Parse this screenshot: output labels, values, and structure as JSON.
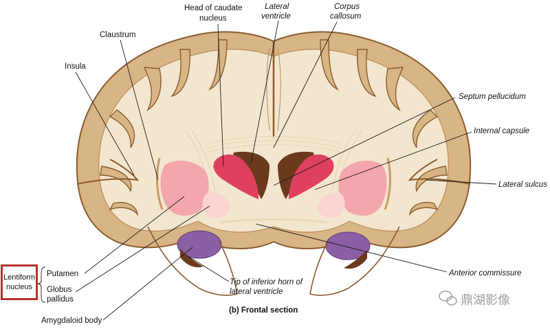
{
  "labels": {
    "head_caudate_1": "Head of caudate",
    "head_caudate_2": "nucleus",
    "lateral_ventricle_1": "Lateral",
    "lateral_ventricle_2": "ventricle",
    "corpus_callosum_1": "Corpus",
    "corpus_callosum_2": "callosum",
    "claustrum": "Claustrum",
    "insula": "Insula",
    "septum_pellucidum": "Septum pellucidum",
    "internal_capsule": "Internal capsule",
    "lateral_sulcus": "Lateral sulcus",
    "anterior_commissure": "Anterior commissure",
    "putamen": "Putamen",
    "globus_pallidus_1": "Globus",
    "globus_pallidus_2": "pallidus",
    "tip_inferior_horn_1": "Tip of inferior horn of",
    "tip_inferior_horn_2": "lateral ventricle",
    "amygdaloid_body": "Amygdaloid body",
    "lentiform_1": "Lentiform",
    "lentiform_2": "nucleus"
  },
  "caption": "(b) Frontal section",
  "watermark": "鼎湖影像",
  "colors": {
    "cortex": "#d8b585",
    "white_matter": "#f3e6cf",
    "outline": "#8a5a2e",
    "ventricle": "#6b3a1c",
    "caudate": "#e0405f",
    "putamen": "#f4a6ad",
    "globus": "#fbd4d2",
    "amygdala": "#8b5fa6",
    "highlight_box": "#b5322f"
  }
}
